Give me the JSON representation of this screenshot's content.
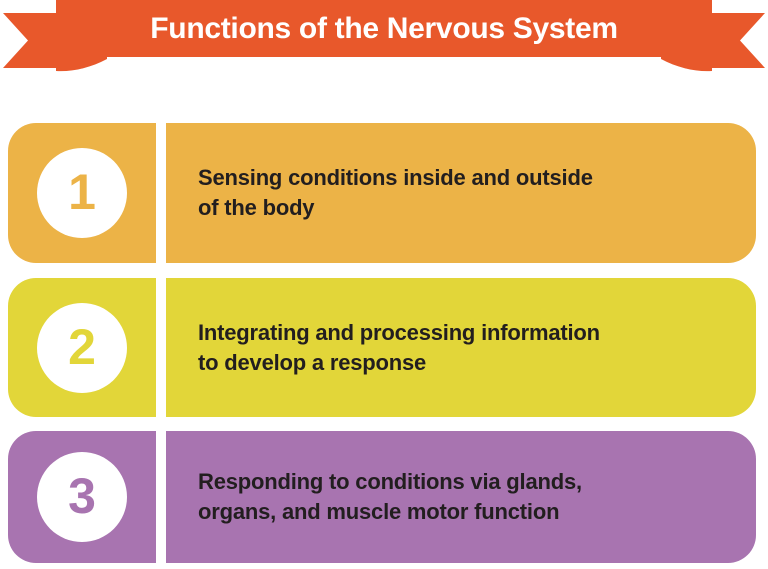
{
  "banner": {
    "title": "Functions of the Nervous System"
  },
  "colors": {
    "banner_orange": "#e8582b",
    "row_amber": "#ecb347",
    "row_yellow": "#e2d639",
    "row_purple": "#a874b0",
    "text_dark": "#221e1f",
    "circle_white": "#ffffff",
    "background": "#ffffff"
  },
  "rows": [
    {
      "number": "1",
      "line1": "Sensing conditions inside and outside",
      "line2": "of the body",
      "color": "#ecb347"
    },
    {
      "number": "2",
      "line1": "Integrating and processing information",
      "line2": "to develop a response",
      "color": "#e2d639"
    },
    {
      "number": "3",
      "line1": "Responding to conditions via glands,",
      "line2": "organs, and muscle motor function",
      "color": "#a874b0"
    }
  ]
}
